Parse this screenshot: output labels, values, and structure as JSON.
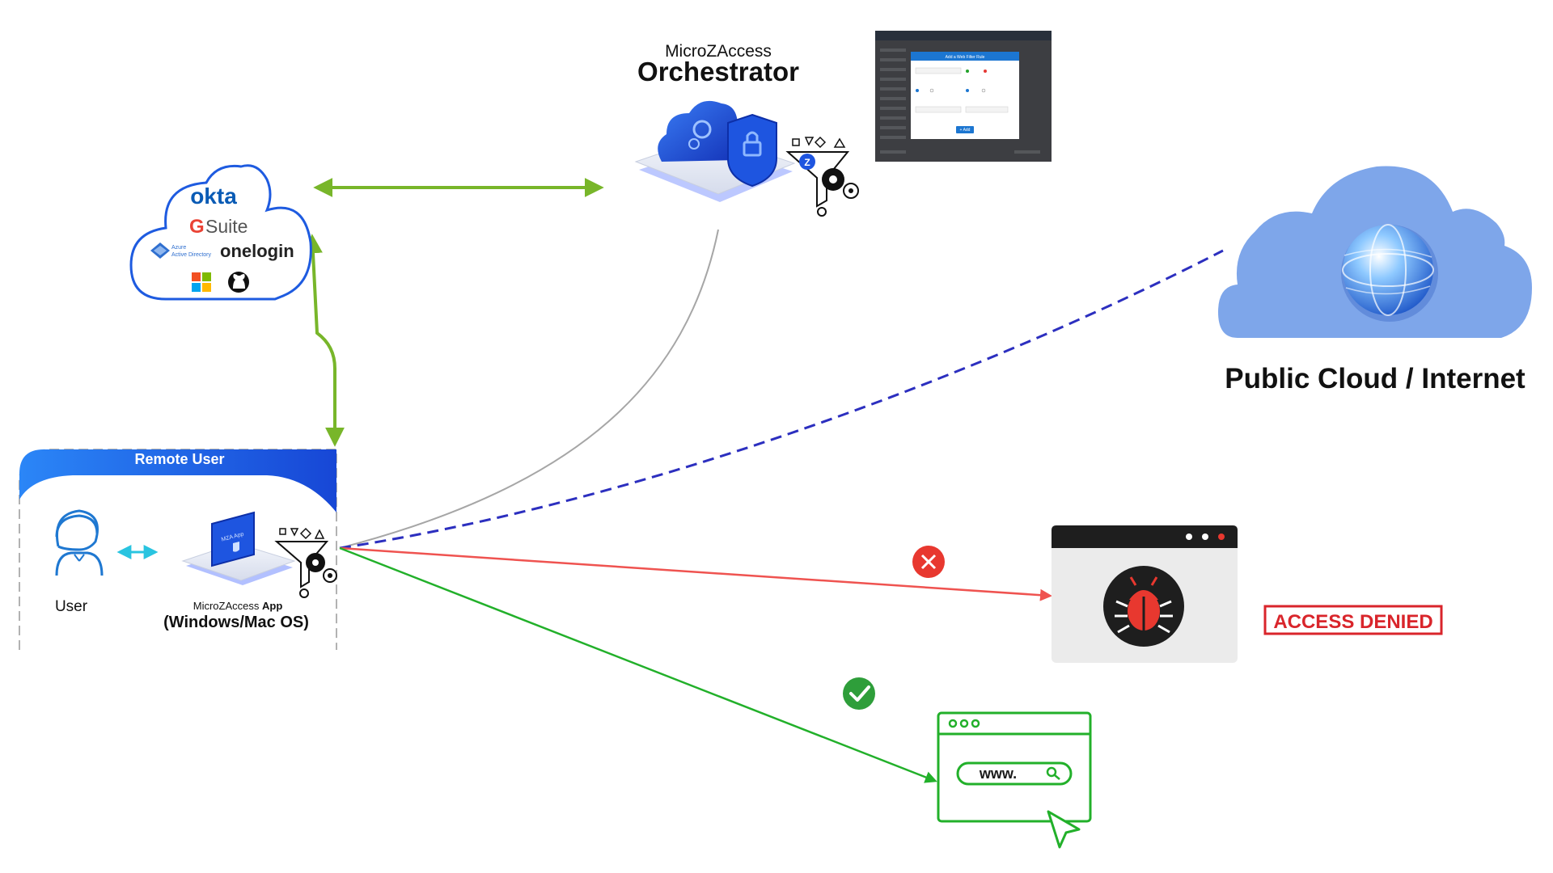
{
  "orchestrator": {
    "brand": "MicroZAccess",
    "title": "Orchestrator",
    "dialog_title": "Add a Web Filter Rule",
    "dialog_button": "+ Add"
  },
  "idp": {
    "okta": "okta",
    "gsuite_g": "G",
    "gsuite_word": "Suite",
    "azure_line1": "Azure",
    "azure_line2": "Active Directory",
    "onelogin": "onelogin"
  },
  "remote_user": {
    "header": "Remote User",
    "user_label": "User",
    "app_brand": "MicroZAccess",
    "app_word": "App",
    "platform": "(Windows/Mac OS)",
    "laptop_label": "MZA App"
  },
  "cloud": {
    "label": "Public Cloud / Internet"
  },
  "blocked_site": {
    "stamp": "ACCESS DENIED"
  },
  "allowed_site": {
    "url": "www."
  },
  "colors": {
    "green_arrow": "#78b62a",
    "allowed_line": "#22b02a",
    "blocked_line": "#ef5350",
    "tunnel_line": "#2c2fbf",
    "gray_line": "#a6a6a6",
    "cloud_fill": "#7ea6ea",
    "user_icon": "#1f78d1",
    "stamp_red": "#d9252b",
    "check_green": "#2e9e3a",
    "x_red": "#e8382f",
    "okta_blue": "#0a5bb5",
    "remote_header": "#1e6df0"
  }
}
